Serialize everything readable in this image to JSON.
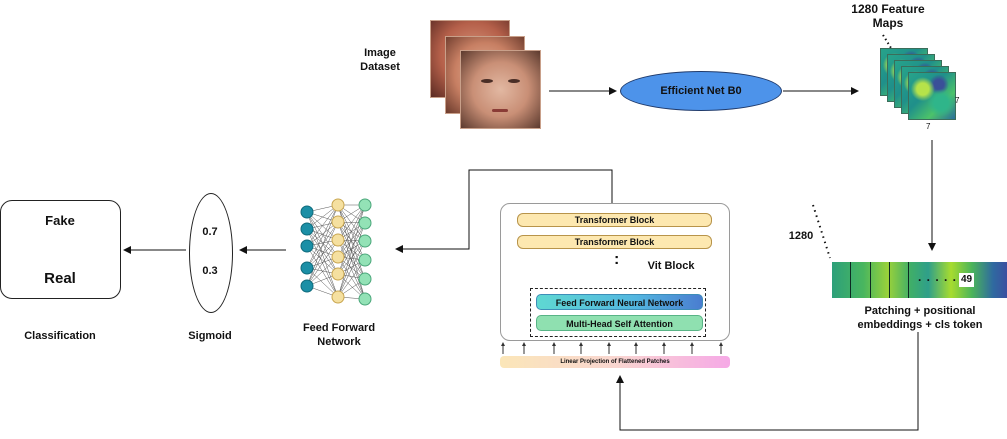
{
  "inputs": {
    "image_dataset": [
      "Image",
      "Dataset"
    ]
  },
  "backbone": {
    "label": "Efficient Net B0"
  },
  "feature_maps": {
    "title": [
      "1280 Feature",
      "Maps"
    ],
    "dim_right": "7",
    "dim_bottom": "7"
  },
  "patching": {
    "depth_label": "1280",
    "dots": ". . . . .",
    "count": "49",
    "caption": [
      "Patching + positional",
      "embeddings + cls token"
    ]
  },
  "vit": {
    "blocks": [
      "Transformer Block",
      "Transformer Block"
    ],
    "dots": ":",
    "name": "Vit Block",
    "ffnn": "Feed Forward Neural Network",
    "mhsa": "Multi-Head Self Attention",
    "linear_projection": "Linear Projection of Flattened Patches"
  },
  "ffn": {
    "caption": [
      "Feed Forward",
      "Network"
    ]
  },
  "sigmoid": {
    "values": [
      "0.7",
      "0.3"
    ],
    "caption": "Sigmoid"
  },
  "classification": {
    "fake": "Fake",
    "real": "Real",
    "caption": "Classification"
  },
  "colors": {
    "effnet_fill": "#4d93ea",
    "ffn_input_nodes": "#1b8fa6",
    "ffn_hidden_nodes": "#f5e0a0",
    "ffn_output_nodes": "#93e2b6",
    "transformer_block_fill": "#fde8b0"
  }
}
